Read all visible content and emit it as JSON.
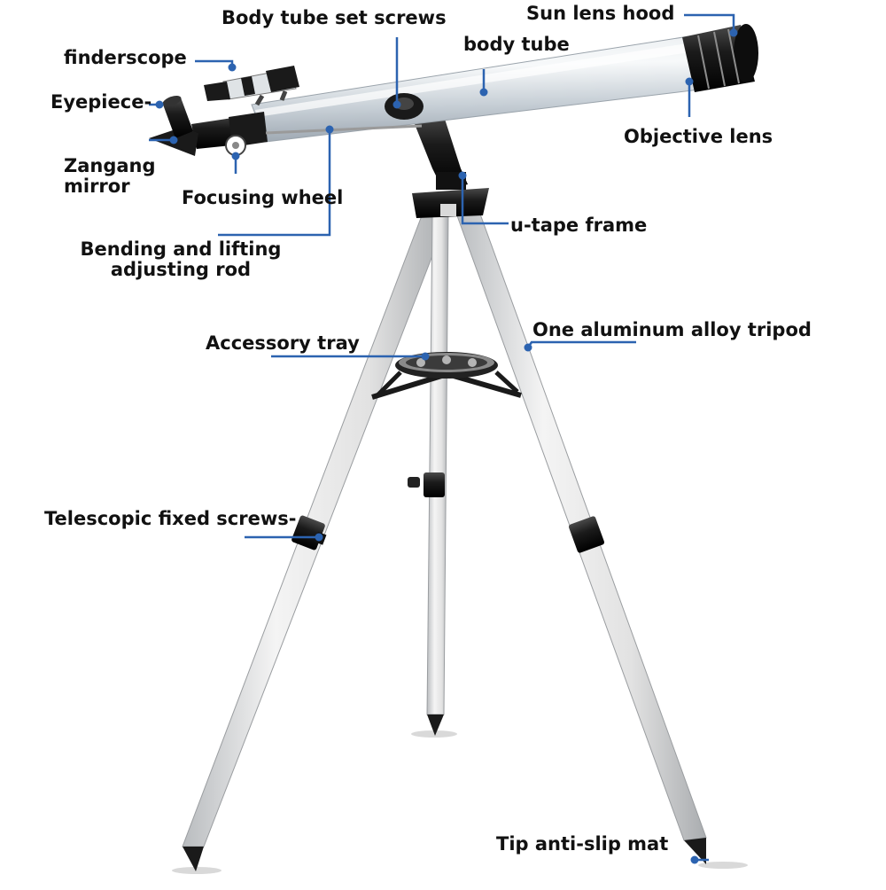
{
  "diagram": {
    "colors": {
      "leader_line": "#2c63b0",
      "tube": "#cfd6dd",
      "tube_highlight": "#f3f6f8",
      "metal_dark": "#1a1a1a",
      "leg": "#e6e6e6"
    },
    "labels": {
      "sun_lens_hood": "Sun lens hood",
      "body_tube_set_screws": "Body tube set screws",
      "body_tube": "body tube",
      "finderscope": "finderscope",
      "eyepiece": "Eyepiece-",
      "objective_lens": "Objective lens",
      "zangang_mirror": "Zangang mirror",
      "focusing_wheel": "Focusing wheel",
      "u_tape_frame": "u-tape frame",
      "bending_rod": "Bending and lifting adjusting rod",
      "accessory_tray": "Accessory tray",
      "tripod": "One aluminum alloy tripod",
      "telescopic_screws": "Telescopic fixed screws-",
      "tip_mat": "Tip anti-slip mat"
    }
  }
}
